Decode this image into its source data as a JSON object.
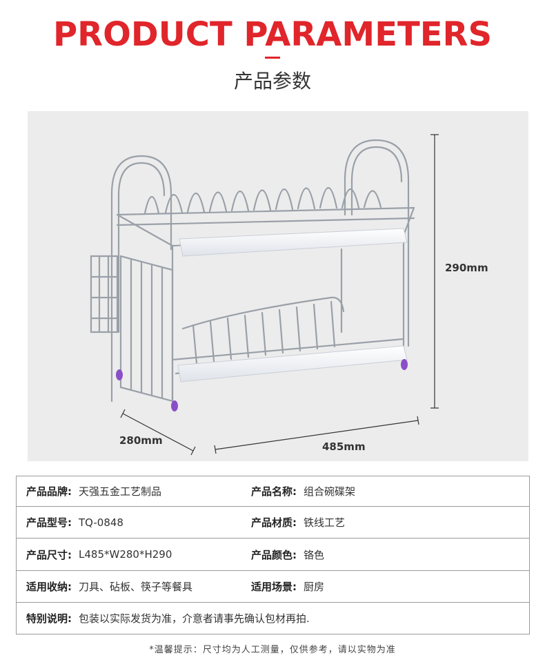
{
  "header": {
    "title_en": "PRODUCT PARAMETERS",
    "title_cn": "产品参数"
  },
  "photo": {
    "dimensions": {
      "height": "290mm",
      "depth": "280mm",
      "length": "485mm"
    }
  },
  "specs": [
    [
      {
        "key": "产品品牌:",
        "value": "天强五金工艺制品"
      },
      {
        "key": "产品名称:",
        "value": "组合碗碟架"
      }
    ],
    [
      {
        "key": "产品型号:",
        "value": "TQ-0848"
      },
      {
        "key": "产品材质:",
        "value": "铁线工艺"
      }
    ],
    [
      {
        "key": "产品尺寸:",
        "value": "L485*W280*H290"
      },
      {
        "key": "产品颜色:",
        "value": "铬色"
      }
    ],
    [
      {
        "key": "适用收纳:",
        "value": "刀具、砧板、筷子等餐具"
      },
      {
        "key": "适用场景:",
        "value": "厨房"
      }
    ],
    [
      {
        "key": "特别说明:",
        "value": "包装以实际发货为准，介意者请事先确认包材再拍."
      }
    ]
  ],
  "footnote": "*温馨提示：尺寸均为人工测量，仅供参考，请以实物为准",
  "colors": {
    "accent": "#e0252b",
    "photo_bg": "#ececec",
    "foot_purple": "#8a4fc8"
  }
}
